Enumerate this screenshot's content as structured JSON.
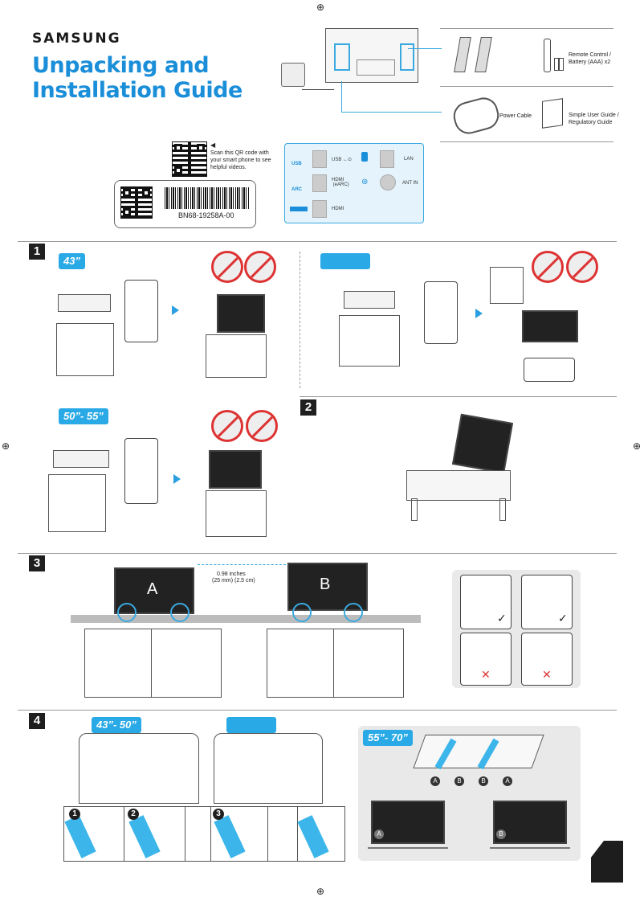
{
  "header": {
    "brand": "SAMSUNG",
    "title_line1": "Unpacking and",
    "title_line2": "Installation Guide"
  },
  "qr": {
    "text": "Scan this QR code with your smart phone to see helpful videos."
  },
  "barcode": {
    "code": "BN68-19258A-00"
  },
  "accessories": {
    "remote": "Remote Control / Battery (AAA) x2",
    "power_cable": "Power Cable",
    "user_guide": "Simple User Guide / Regulatory Guide"
  },
  "ports": {
    "usb_icon": "USB",
    "usb_label": "USB ←⊙",
    "lan_label": "LAN",
    "arc_icon": "ARC",
    "hdmi_earc_label": "HDMI  (eARC)",
    "ant_label": "ANT IN",
    "hdmi_label": "HDMI"
  },
  "steps": {
    "s1": "1",
    "s2": "2",
    "s3": "3",
    "s4": "4"
  },
  "sizes": {
    "s43": "43”",
    "s50_55": "50”- 55”",
    "s43_50": "43”- 50”",
    "s55_70": "55”- 70”"
  },
  "step3": {
    "label_a": "A",
    "label_b": "B",
    "gap_line1": "0.98 inches",
    "gap_line2": "(25 mm) (2.5 cm)"
  },
  "step4": {
    "sub1": "1",
    "sub2": "2",
    "sub3": "3",
    "foot_a": "A",
    "foot_b": "B"
  },
  "colors": {
    "accent": "#1a8ed8",
    "tag": "#29a9e6",
    "warning": "#d33333"
  }
}
